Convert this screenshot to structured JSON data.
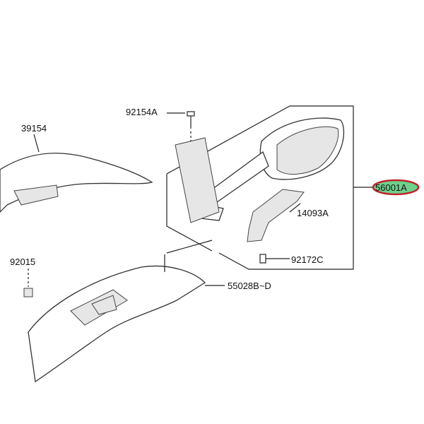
{
  "diagram": {
    "labels": {
      "bolt_top": "92154A",
      "cover": "39154",
      "mirror": "56001A",
      "bracket": "14093A",
      "clip": "92015",
      "screw": "92172C",
      "cowl": "55028B~D"
    },
    "highlight": {
      "part": "56001A",
      "ring_color": "#c0202a",
      "fill_color": "#6fd08a"
    }
  }
}
